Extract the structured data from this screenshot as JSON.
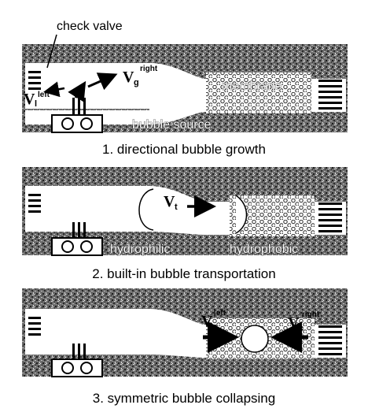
{
  "labels": {
    "check_valve": "check valve",
    "membrane": "membrane",
    "bubble_source": "bubble source",
    "hydrophilic": "hydrophilic",
    "hydrophobic": "hydrophobic"
  },
  "velocities": {
    "v_left": "V",
    "v_left_sub": "l",
    "v_left_sup": "left",
    "v_g": "V",
    "v_g_sub": "g",
    "v_g_sup": "right",
    "v_t": "V",
    "v_t_sub": "t",
    "v_c_left": "V",
    "v_c_left_sub": "c",
    "v_c_left_sup": "left",
    "v_c_right": "V",
    "v_c_right_sub": "c",
    "v_c_right_sup": "right"
  },
  "captions": [
    "1. directional bubble growth",
    "2. built-in bubble transportation",
    "3. symmetric bubble collapsing"
  ]
}
